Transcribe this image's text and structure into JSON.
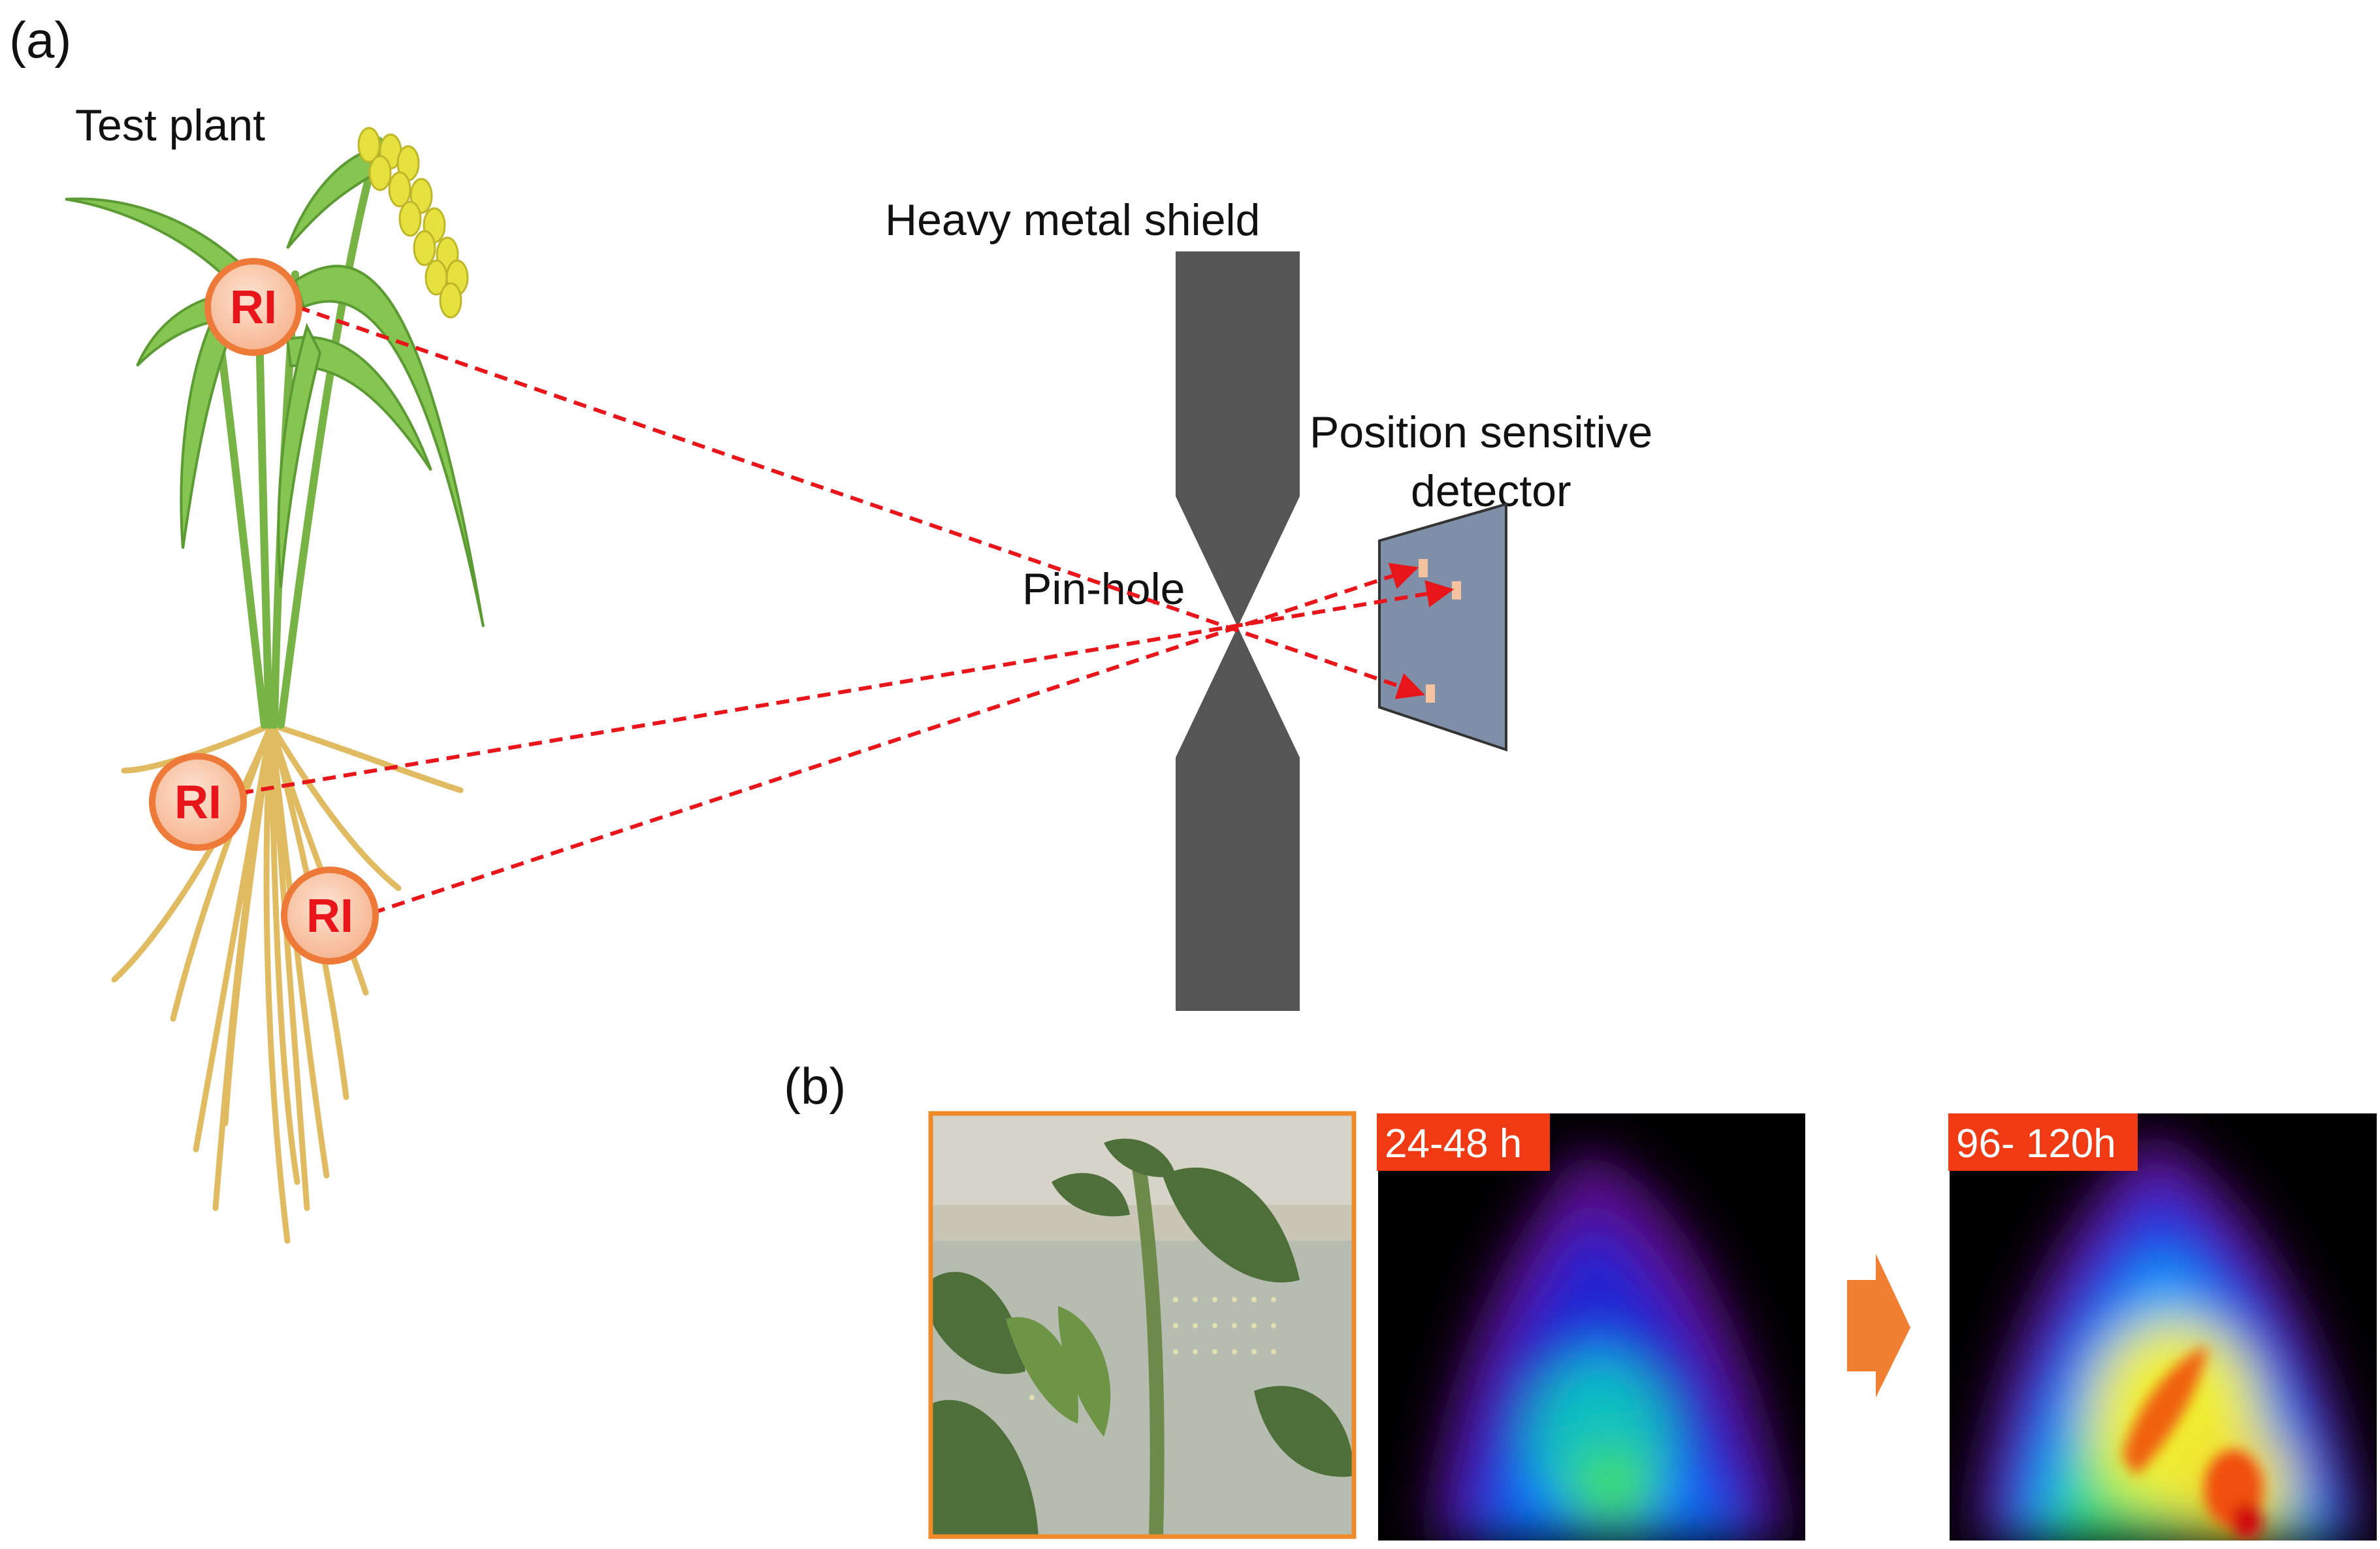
{
  "panel_a": {
    "label": "(a)",
    "test_plant_label": "Test plant",
    "shield_label": "Heavy metal shield",
    "detector_label_line1": "Position sensitive",
    "detector_label_line2": "detector",
    "pinhole_label": "Pin-hole",
    "ri_markers": [
      "RI",
      "RI",
      "RI"
    ]
  },
  "panel_b": {
    "label": "(b)",
    "image1_label": "24-48 h",
    "image2_label": "96- 120h"
  },
  "colors": {
    "ray": "#e8151b",
    "ri_fill": "#f7c3a6",
    "ri_stroke": "#ee7a3a",
    "ri_text": "#e8151b",
    "shield": "#555555",
    "detector": "#7f8fa8",
    "arrow": "#f07f32",
    "photo_border": "#ee8a2a",
    "time_label_bg": "#f03a14",
    "leaf": "#7cc04a",
    "root": "#e6c46c",
    "grain": "#e8e44a"
  }
}
